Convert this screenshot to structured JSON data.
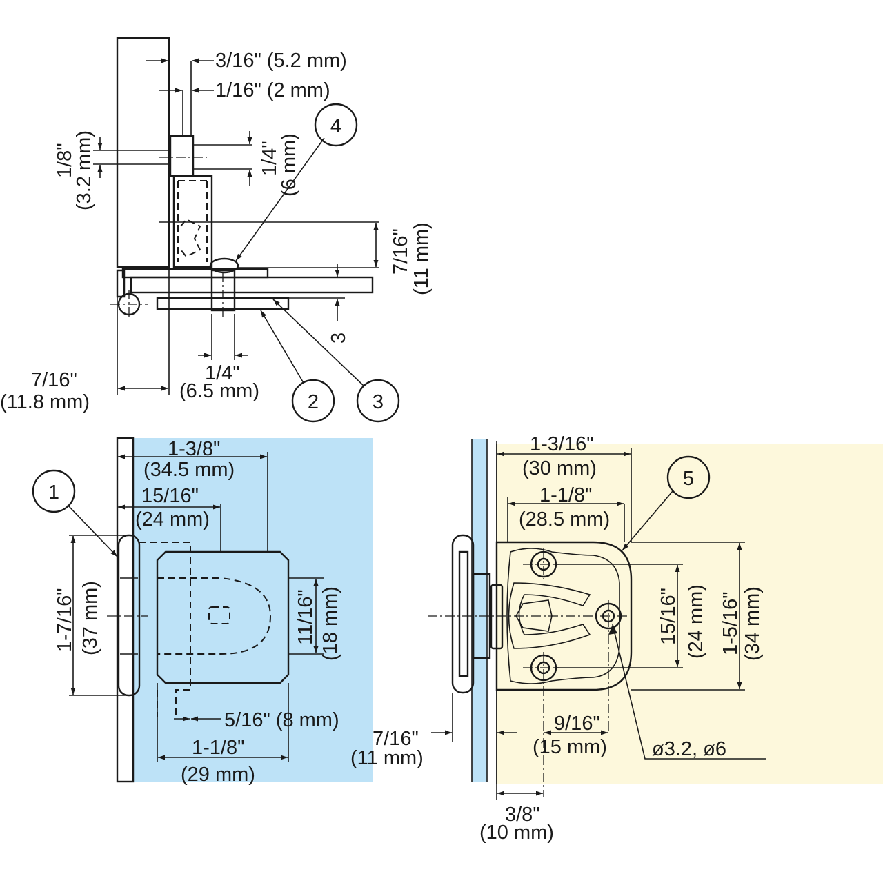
{
  "colors": {
    "wood": "#fdf8dc",
    "glass": "#bde2f7",
    "metal": "#e6f4fc",
    "line": "#1a1a1a"
  },
  "callouts": {
    "c1": "1",
    "c2": "2",
    "c3": "3",
    "c4": "4",
    "c5": "5"
  },
  "side_view": {
    "d_3_16": "3/16\" (5.2 mm)",
    "d_1_16": "1/16\" (2 mm)",
    "d_1_8_in": "1/8\"",
    "d_1_8_mm": "(3.2 mm)",
    "d_1_4_in": "1/4\"",
    "d_1_4_mm": "(6 mm)",
    "d_7_16_in": "7/16\"",
    "d_7_16_mm": "(11 mm)",
    "d_3": "3",
    "d_pivot_in": "1/4\"",
    "d_pivot_mm": "(6.5 mm)",
    "d_left_in": "7/16\"",
    "d_left_mm": "(11.8 mm)"
  },
  "front_view": {
    "d_top_in": "1-3/8\"",
    "d_top_mm": "(34.5 mm)",
    "d_mid_in": "15/16\"",
    "d_mid_mm": "(24 mm)",
    "d_height_in": "1-7/16\"",
    "d_height_mm": "(37 mm)",
    "d_right_in": "11/16\"",
    "d_right_mm": "(18 mm)",
    "d_5_16": "5/16\" (8 mm)",
    "d_bottom_in": "1-1/8\"",
    "d_bottom_mm": "(29 mm)"
  },
  "plate_view": {
    "d_top_in": "1-3/16\"",
    "d_top_mm": "(30 mm)",
    "d_mid_in": "1-1/8\"",
    "d_mid_mm": "(28.5 mm)",
    "d_holes_in": "15/16\"",
    "d_holes_mm": "(24 mm)",
    "d_height_in": "1-5/16\"",
    "d_height_mm": "(34 mm)",
    "d_left_in": "7/16\"",
    "d_left_mm": "(11 mm)",
    "d_9_16_in": "9/16\"",
    "d_9_16_mm": "(15 mm)",
    "d_hole_dia": "ø3.2,  ø6",
    "d_3_8_in": "3/8\"",
    "d_3_8_mm": "(10 mm)"
  }
}
